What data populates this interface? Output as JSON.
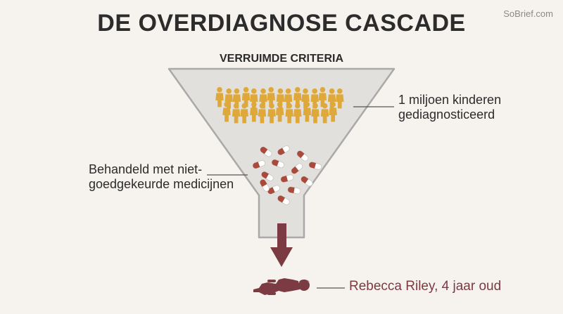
{
  "brand": "SoBrief.com",
  "title": "DE OVERDIAGNOSE CASCADE",
  "funnel_label": "VERRUIMDE CRITERIA",
  "labels": {
    "children": [
      "1 miljoen kinderen",
      "gediagnosticeerd"
    ],
    "medicines": [
      "Behandeld met niet-",
      "goedgekeurde medicijnen"
    ],
    "victim": "Rebecca Riley, 4 jaar oud"
  },
  "colors": {
    "funnel_fill": "#e2e0dc",
    "funnel_stroke": "#a9a9a9",
    "people": "#dea83a",
    "pill_red": "#a94a3c",
    "pill_white": "#ffffff",
    "arrow": "#7c3a42",
    "victim": "#7c3a42",
    "leader": "#555555"
  },
  "icons": [
    "person-icon",
    "pill-capsule-icon",
    "arrow-down-icon",
    "child-figure-icon"
  ]
}
